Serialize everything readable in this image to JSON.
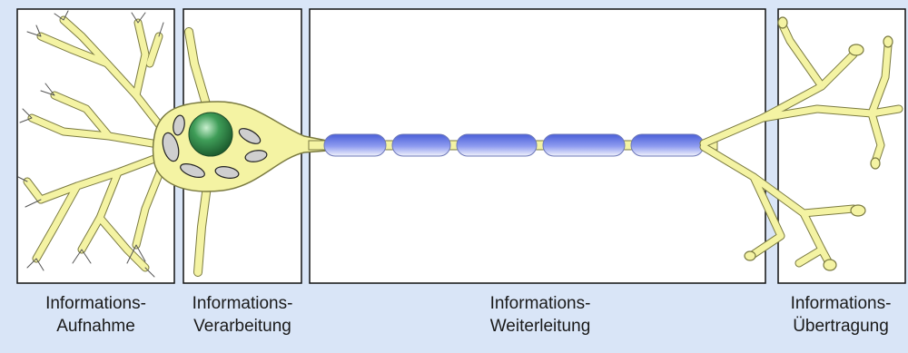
{
  "sections": [
    {
      "line1": "Informations-",
      "line2": "Aufnahme"
    },
    {
      "line1": "Informations-",
      "line2": "Verarbeitung"
    },
    {
      "line1": "Informations-",
      "line2": "Weiterleitung"
    },
    {
      "line1": "Informations-",
      "line2": "Übertragung"
    }
  ],
  "colors": {
    "background": "#d9e5f7",
    "neuron_fill": "#f4f3a3",
    "neuron_stroke": "#7a7a40",
    "myelin": "#5a6ee0",
    "nucleus": "#2f8f4a"
  }
}
